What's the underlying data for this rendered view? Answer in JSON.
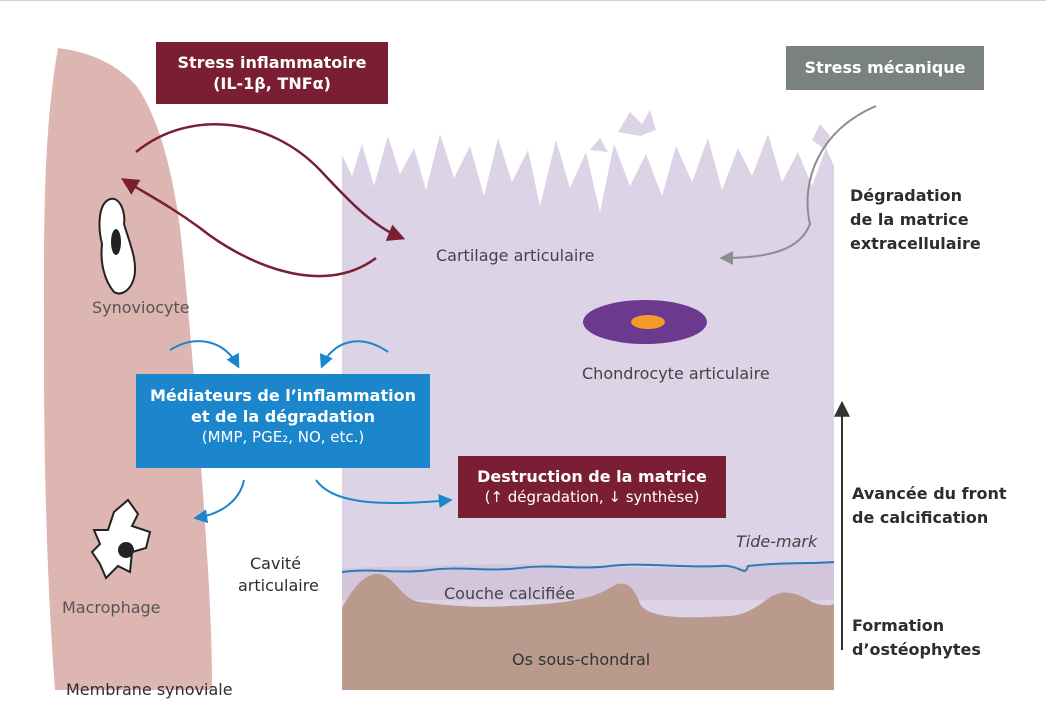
{
  "boxes": {
    "stress_inflammatoire": {
      "title": "Stress inflammatoire",
      "subtitle": "(IL-1β, TNFα)"
    },
    "stress_mecanique": {
      "title": "Stress mécanique"
    },
    "mediateurs": {
      "title_line1": "Médiateurs de l’inflammation",
      "title_line2": "et de la dégradation",
      "subtitle": "(MMP, PGE₂, NO, etc.)"
    },
    "destruction": {
      "title": "Destruction de la matrice",
      "subtitle": "(↑ dégradation, ↓ synthèse)"
    }
  },
  "labels": {
    "synoviocyte": "Synoviocyte",
    "macrophage": "Macrophage",
    "membrane": "Membrane synoviale",
    "cavite_line1": "Cavité",
    "cavite_line2": "articulaire",
    "cartilage": "Cartilage articulaire",
    "chondrocyte": "Chondrocyte articulaire",
    "tidemark": "Tide-mark",
    "couche": "Couche calcifiée",
    "os": "Os sous-chondral"
  },
  "right_labels": {
    "degradation_line1": "Dégradation",
    "degradation_line2": "de la matrice",
    "degradation_line3": "extracellulaire",
    "avancee_line1": "Avancée du front",
    "avancee_line2": "de calcification",
    "formation_line1": "Formation",
    "formation_line2": "d’ostéophytes"
  },
  "colors": {
    "maroon": "#7a1e33",
    "blue": "#1b86cc",
    "gray": "#7a8280",
    "synovial": "#ddb5b1",
    "cartilage": "#ddd3e6",
    "bone": "#b99a8c",
    "chondrocyte_outer": "#6b3a8f",
    "chondrocyte_inner": "#f39a2c"
  }
}
